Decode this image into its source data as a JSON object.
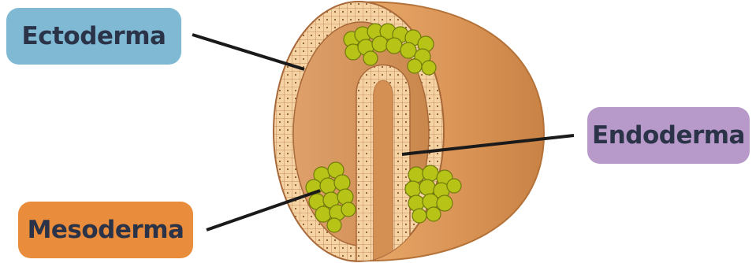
{
  "labels": {
    "ectoderma": "Ectoderma",
    "mesoderma": "Mesoderma",
    "endoderma": "Endoderma"
  },
  "colors": {
    "ectoderma_box": "#7fb9d4",
    "mesoderma_box": "#e98c3c",
    "endoderma_box": "#b79ac9",
    "embryo_body": "#d9955a",
    "cell_layer": "#f2cc9b",
    "mesoderm_cells": "#b5c21a",
    "leader_line": "#1a1a1a"
  }
}
